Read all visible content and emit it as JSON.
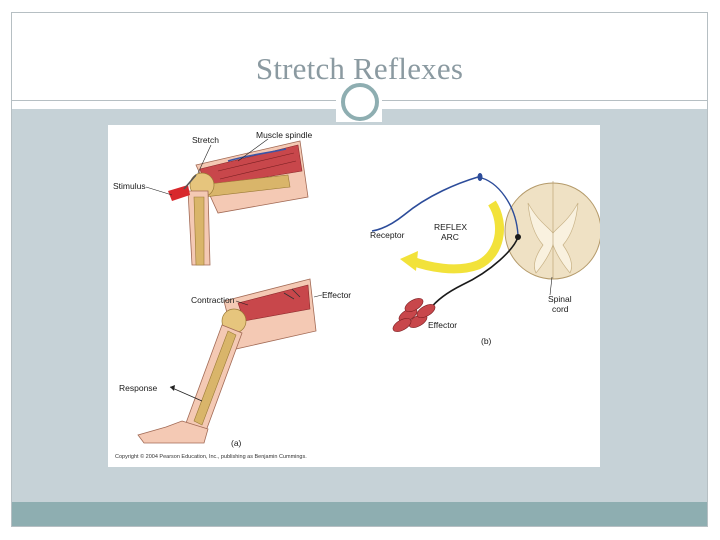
{
  "slide": {
    "title": "Stretch Reflexes"
  },
  "figure": {
    "labels": {
      "stretch": "Stretch",
      "muscle_spindle": "Muscle spindle",
      "stimulus": "Stimulus",
      "contraction": "Contraction",
      "effector_a": "Effector",
      "response": "Response",
      "panel_a": "(a)",
      "receptor": "Receptor",
      "reflex": "REFLEX",
      "arc": "ARC",
      "spinal": "Spinal",
      "cord": "cord",
      "effector_b": "Effector",
      "panel_b": "(b)"
    },
    "copyright": "Copyright © 2004 Pearson Education, Inc., publishing as Benjamin Cummings."
  },
  "colors": {
    "title": "#8b9aa1",
    "body_background": "#c6d2d7",
    "footer_band": "#8eaeb1",
    "ring": "#8eaeb1"
  }
}
